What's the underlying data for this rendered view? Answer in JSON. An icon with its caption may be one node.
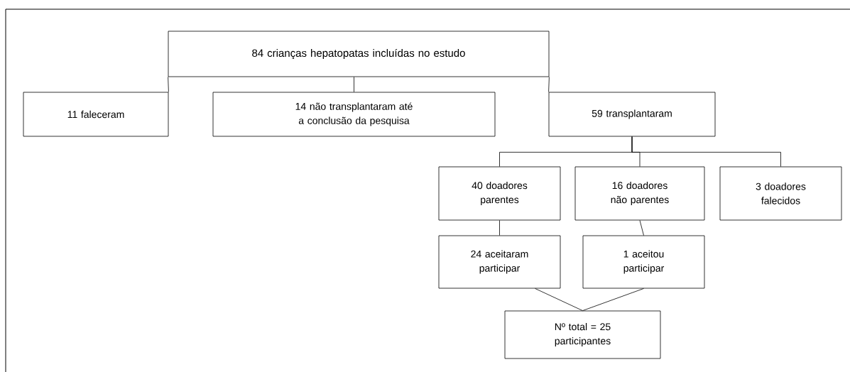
{
  "diagram": {
    "nodes": [
      {
        "text": [
          "84 crianças hepatopatas incluídas no estudo"
        ]
      },
      {
        "text": [
          "11 faleceram"
        ]
      },
      {
        "text": [
          "14 não transplantaram até a conclusão da pesquisa"
        ]
      },
      {
        "text": [
          "59 transplantaram"
        ]
      },
      {
        "text": [
          "40 doadores parentes"
        ]
      },
      {
        "text": [
          "16 doadores não parentes"
        ]
      },
      {
        "text": [
          "3 doadores falecidos"
        ]
      },
      {
        "text": [
          "24 aceitaram participar"
        ]
      },
      {
        "text": [
          "1 aceitou participar"
        ]
      },
      {
        "text": [
          "Nº total = 25 participantes"
        ]
      }
    ],
    "edges": [
      {
        "from": 0,
        "to": 1,
        "arrow": "none"
      },
      {
        "from": 0,
        "to": 2,
        "arrow": "none"
      },
      {
        "from": 0,
        "to": 3,
        "arrow": "none"
      },
      {
        "from": 3,
        "to": 4,
        "arrow": "none"
      },
      {
        "from": 3,
        "to": 5,
        "arrow": "none"
      },
      {
        "from": 3,
        "to": 6,
        "arrow": "none"
      },
      {
        "from": 4,
        "to": 7,
        "arrow": "none"
      },
      {
        "from": 5,
        "to": 8,
        "arrow": "none"
      },
      {
        "from": 7,
        "to": 9,
        "arrow": "none"
      },
      {
        "from": 8,
        "to": 9,
        "arrow": "none"
      }
    ]
  }
}
